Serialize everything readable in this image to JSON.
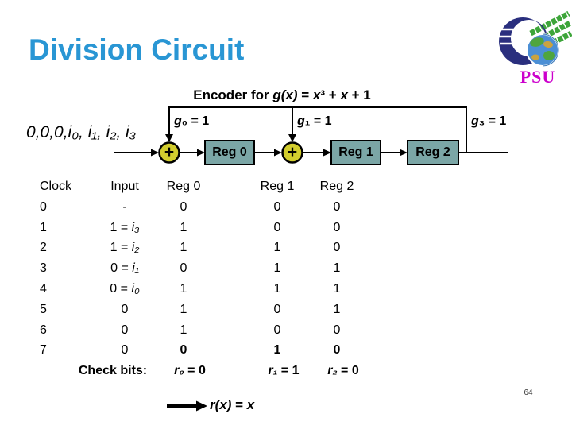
{
  "slide": {
    "title": "Division Circuit",
    "page_number": "64",
    "logo_text": "PSU"
  },
  "encoder": {
    "caption": "Encoder for *g(x)* = *x*³ + *x* + 1",
    "input_sequence": "0,0,0,i₀, i₁, i₂, i₃",
    "g0_label": "*g*₀ = 1",
    "g1_label": "*g*₁ = 1",
    "g3_label": "*g*₃ = 1",
    "adder_symbol": "+",
    "registers": {
      "reg0": "Reg 0",
      "reg1": "Reg 1",
      "reg2": "Reg 2"
    }
  },
  "table": {
    "headers": [
      "Clock",
      "Input",
      "Reg 0",
      "Reg 1",
      "Reg 2"
    ],
    "rows": [
      [
        "0",
        "-",
        "0",
        "0",
        "0"
      ],
      [
        "1",
        "1 = *i₃*",
        "1",
        "0",
        "0"
      ],
      [
        "2",
        "1 = *i₂*",
        "1",
        "1",
        "0"
      ],
      [
        "3",
        "0 = *i₁*",
        "0",
        "1",
        "1"
      ],
      [
        "4",
        "0 = *i₀*",
        "1",
        "1",
        "1"
      ],
      [
        "5",
        "0",
        "1",
        "0",
        "1"
      ],
      [
        "6",
        "0",
        "1",
        "0",
        "0"
      ],
      [
        "7",
        "0",
        "**0**",
        "**1**",
        "**0**"
      ]
    ],
    "check_bits_label": "Check bits:",
    "check_bits": [
      "*r₀* = 0",
      "*r₁* = 1",
      "*r₂* = 0"
    ],
    "result": "*r(x)* = *x*"
  },
  "colors": {
    "title_blue": "#2996D4",
    "register_fill": "#7BA6A6",
    "adder_fill": "#D2CD2E",
    "psu_magenta": "#CC00CC",
    "logo_navy": "#2A2F7E",
    "logo_green": "#3DA53A",
    "line_black": "#000000"
  }
}
